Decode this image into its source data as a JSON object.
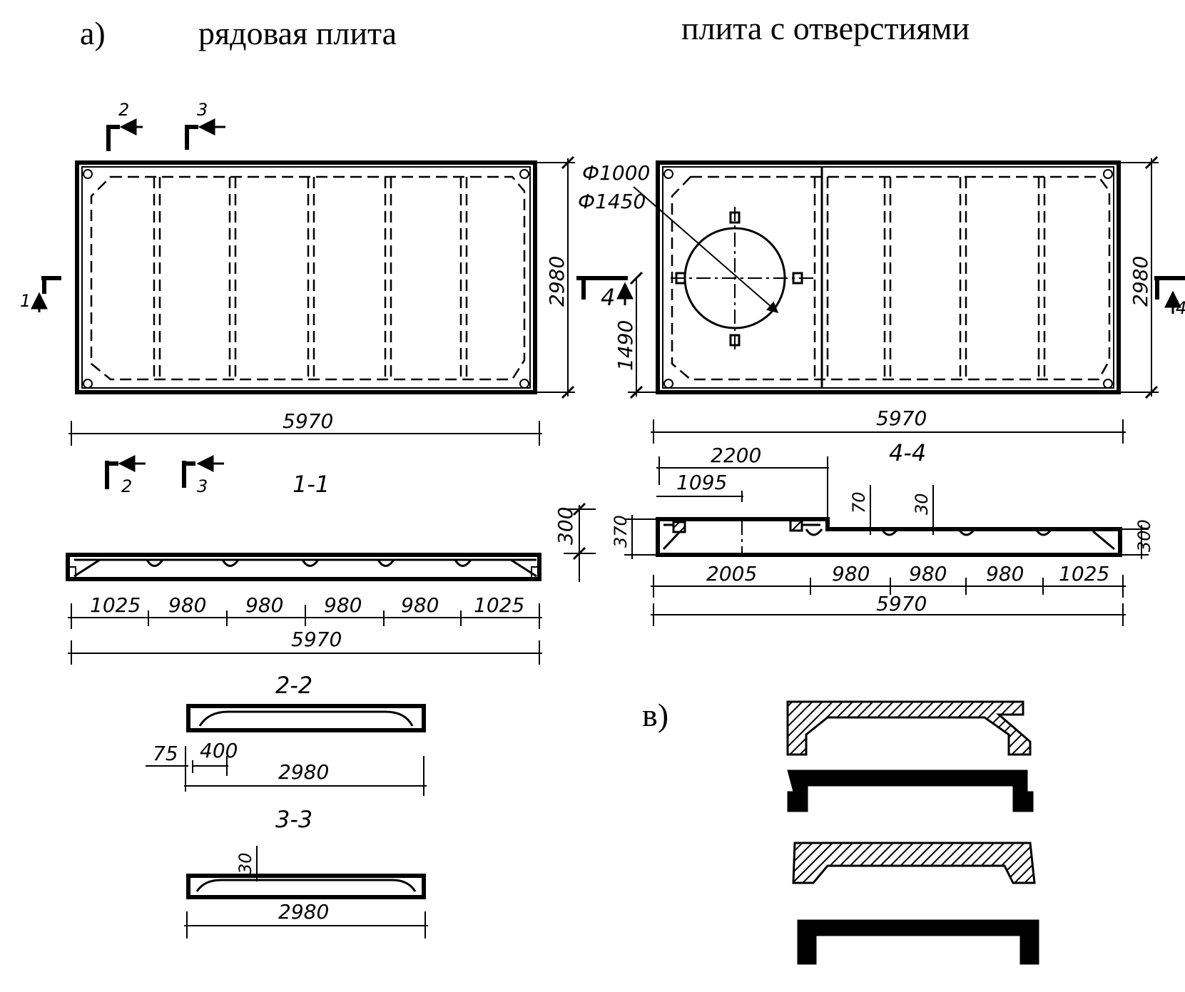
{
  "labels": {
    "part_a": "а)",
    "part_b": "в)",
    "regular_slab": "рядовая плита",
    "slab_with_holes": "плита с отверстиями"
  },
  "plan_left": {
    "width": "5970",
    "height": "2980",
    "cut_marks": [
      "1",
      "2",
      "3"
    ]
  },
  "plan_right": {
    "width": "5970",
    "height": "2980",
    "half_height": "1490",
    "hole_inner": "Ф1000",
    "hole_outer": "Ф1450",
    "cut_mark": "4",
    "cut_mark_right": "4"
  },
  "section_1_1": {
    "title": "1-1",
    "height": "300",
    "spans": [
      "1025",
      "980",
      "980",
      "980",
      "980",
      "1025"
    ],
    "total": "5970",
    "cut_marks": [
      "2",
      "3"
    ]
  },
  "section_4_4": {
    "title": "4-4",
    "dim_top_1": "2200",
    "dim_top_2": "1095",
    "rib_70": "70",
    "rib_30": "30",
    "height_left": "370",
    "height_right": "300",
    "spans": [
      "2005",
      "980",
      "980",
      "980",
      "1025"
    ],
    "total": "5970"
  },
  "section_2_2": {
    "title": "2-2",
    "dim_75": "75",
    "dim_400": "400",
    "width": "2980"
  },
  "section_3_3": {
    "title": "3-3",
    "dim_30": "30",
    "width": "2980"
  }
}
